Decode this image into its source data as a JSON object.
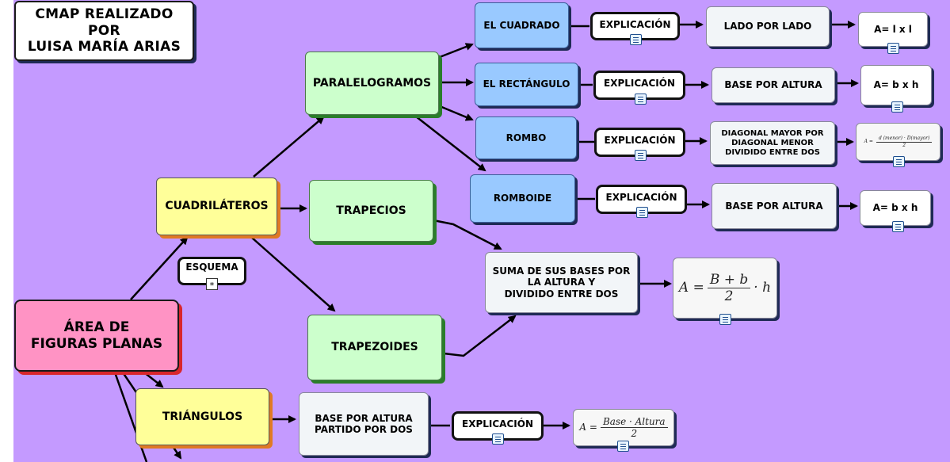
{
  "title": "CMAP REALIZADO\nPOR\nLUISA MARÍA ARIAS",
  "root": "ÁREA DE\nFIGURAS PLANAS",
  "esquema": "ESQUEMA",
  "cuadrilateros": "CUADRILÁTEROS",
  "paralelogramos": "PARALELOGRAMOS",
  "trapecios": "TRAPECIOS",
  "trapezoides": "TRAPEZOIDES",
  "triangulos": "TRIÁNGULOS",
  "explicacion": "EXPLICACIÓN",
  "cuadrado": {
    "name": "EL CUADRADO",
    "rule": "LADO POR LADO",
    "formula": "A= l x l"
  },
  "rectangulo": {
    "name": "EL RECTÁNGULO",
    "rule": "BASE POR ALTURA",
    "formula": "A= b x h"
  },
  "rombo": {
    "name": "ROMBO",
    "rule": "DIAGONAL MAYOR POR\nDIAGONAL MENOR\nDIVIDIDO ENTRE DOS",
    "f_lhs": "A =",
    "f_num": "d (menor) · D(mayor)",
    "f_den": "2"
  },
  "romboide": {
    "name": "ROMBOIDE",
    "rule": "BASE POR ALTURA",
    "formula": "A= b x h"
  },
  "trap_rule": "SUMA DE SUS BASES POR\nLA ALTURA Y\nDIVIDIDO ENTRE DOS",
  "trap_formula": {
    "lhs": "A =",
    "num": "B + b",
    "den": "2",
    "rhs": "· h"
  },
  "tri_rule": "BASE POR ALTURA\nPARTIDO POR DOS",
  "tri_formula": {
    "lhs": "A =",
    "num": "Base · Altura",
    "den": "2"
  },
  "colors": {
    "background": "#c49aff",
    "root": "#ff93c4",
    "level1": "#ffff99",
    "level2": "#ccffcc",
    "level3": "#99c9ff"
  }
}
